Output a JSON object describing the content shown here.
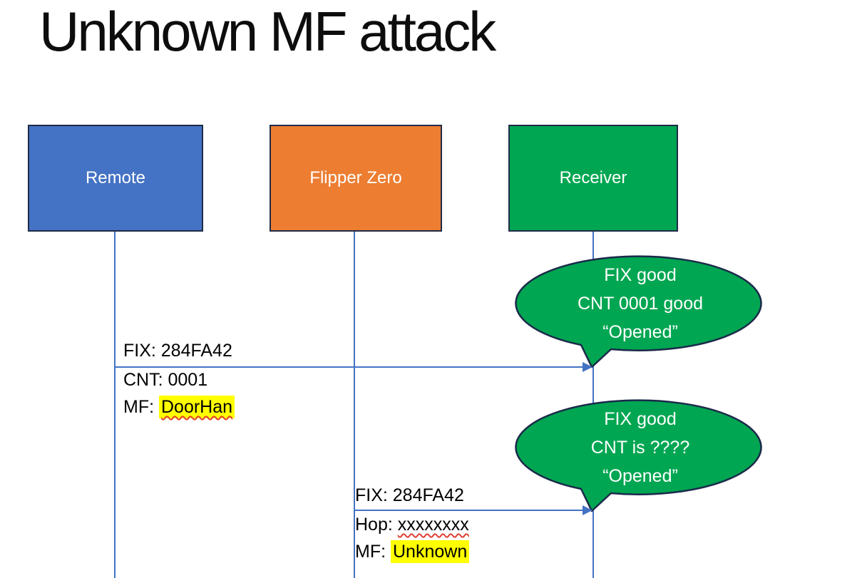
{
  "title": "Unknown MF attack",
  "actors": [
    {
      "label": "Remote"
    },
    {
      "label": "Flipper Zero"
    },
    {
      "label": "Receiver"
    }
  ],
  "messages": {
    "remote_to_receiver": {
      "fix": "FIX: 284FA42",
      "cnt": "CNT: 0001",
      "mf_label": "MF:",
      "mf_value": "DoorHan"
    },
    "flipper_to_receiver": {
      "fix": "FIX: 284FA42",
      "hop_label": "Hop:",
      "hop_value": "xxxxxxxx",
      "mf_label": "MF:",
      "mf_value": "Unknown"
    }
  },
  "bubbles": {
    "first": {
      "line1": "FIX good",
      "line2": "CNT 0001 good",
      "line3": "“Opened”"
    },
    "second": {
      "line1": "FIX good",
      "line2": "CNT is ????",
      "line3": "“Opened”"
    }
  },
  "colors": {
    "title_text": "#0d0d0d",
    "actor_remote": "#4472C4",
    "actor_flipper": "#ED7D31",
    "actor_receiver": "#00A651",
    "actor_border": "#1F2C47",
    "actor_label": "#FFFFFF",
    "bubble_fill": "#00A651",
    "bubble_border": "#1B2A4A",
    "bubble_text": "#FFFFFF",
    "line_blue": "#4472C4",
    "message_text": "#000000",
    "highlight_yellow": "#FFFF00",
    "squiggle_red": "#E0402F"
  }
}
